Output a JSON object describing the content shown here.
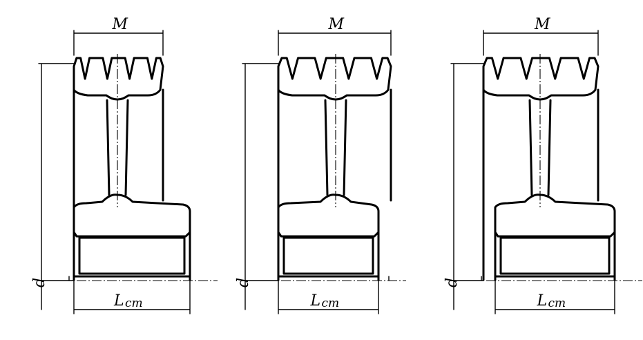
{
  "pulleys": [
    {
      "id": "pulley-1",
      "labels": {
        "width": "M",
        "diameter": "d",
        "hub_main": "L",
        "hub_sub": "cm"
      }
    },
    {
      "id": "pulley-2",
      "labels": {
        "width": "M",
        "diameter": "d",
        "hub_main": "L",
        "hub_sub": "cm"
      }
    },
    {
      "id": "pulley-3",
      "labels": {
        "width": "M",
        "diameter": "d",
        "hub_main": "L",
        "hub_sub": "cm"
      }
    }
  ]
}
